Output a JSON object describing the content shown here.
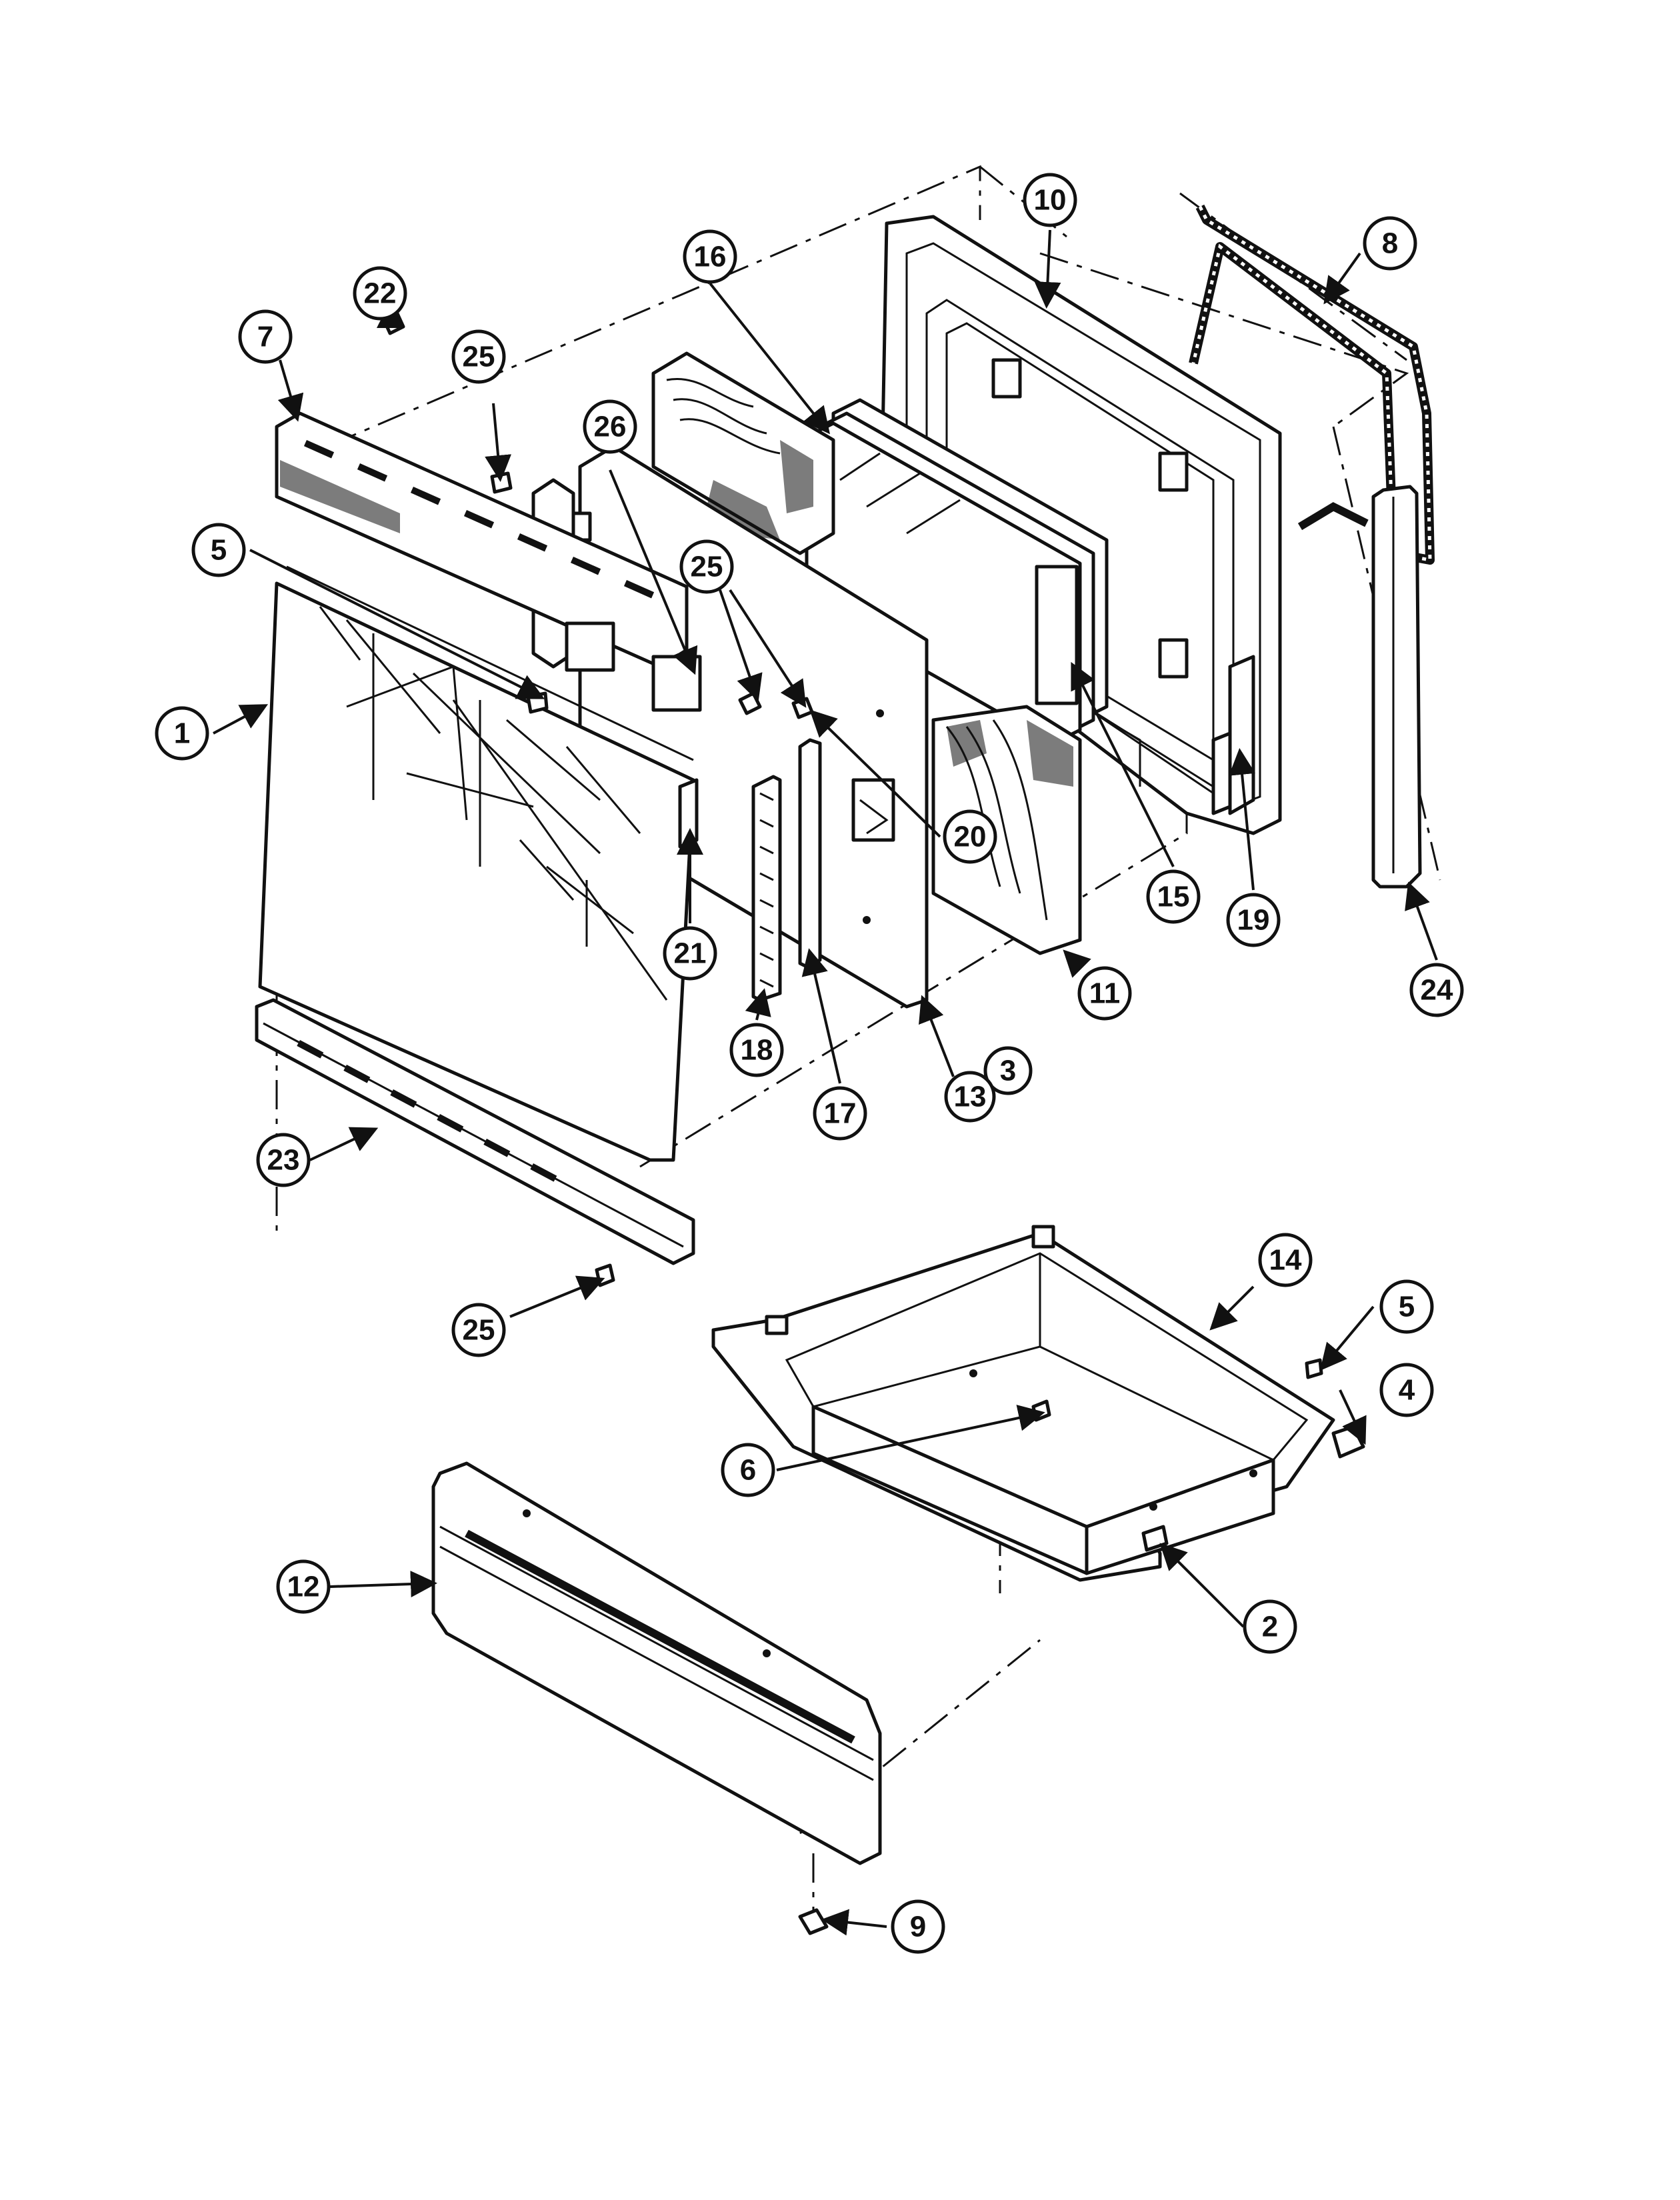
{
  "diagram": {
    "callouts": [
      {
        "label": "1"
      },
      {
        "label": "2"
      },
      {
        "label": "3"
      },
      {
        "label": "4"
      },
      {
        "label": "5"
      },
      {
        "label": "5"
      },
      {
        "label": "6"
      },
      {
        "label": "7"
      },
      {
        "label": "8"
      },
      {
        "label": "9"
      },
      {
        "label": "10"
      },
      {
        "label": "11"
      },
      {
        "label": "12"
      },
      {
        "label": "13"
      },
      {
        "label": "14"
      },
      {
        "label": "15"
      },
      {
        "label": "16"
      },
      {
        "label": "17"
      },
      {
        "label": "18"
      },
      {
        "label": "19"
      },
      {
        "label": "20"
      },
      {
        "label": "21"
      },
      {
        "label": "22"
      },
      {
        "label": "23"
      },
      {
        "label": "24"
      },
      {
        "label": "25"
      },
      {
        "label": "25"
      },
      {
        "label": "25"
      },
      {
        "label": "26"
      }
    ]
  }
}
